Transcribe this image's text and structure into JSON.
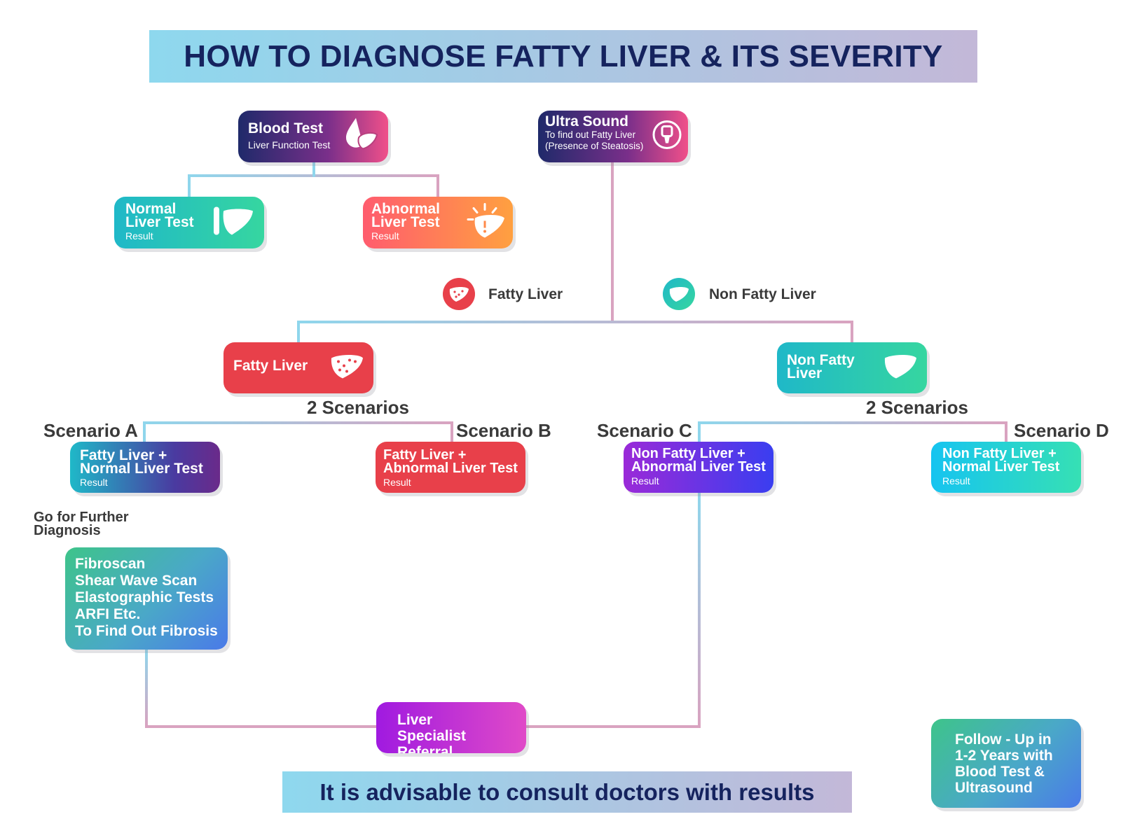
{
  "title": "HOW TO DIAGNOSE FATTY LIVER & ITS SEVERITY",
  "footer": "It is advisable to consult doctors with results",
  "nodes": {
    "blood_test": {
      "title": "Blood Test",
      "sub": "Liver Function Test"
    },
    "ultrasound": {
      "title": "Ultra Sound",
      "sub": "To find out Fatty Liver\n(Presence of Steatosis)"
    },
    "normal_lt": {
      "title": "Normal\nLiver Test",
      "sub": "Result"
    },
    "abnormal_lt": {
      "title": "Abnormal\nLiver Test",
      "sub": "Result"
    },
    "fatty": {
      "title": "Fatty Liver"
    },
    "non_fatty": {
      "title": "Non Fatty\nLiver"
    },
    "scen_a": {
      "title": "Fatty Liver +\nNormal Liver Test",
      "sub": "Result"
    },
    "scen_b": {
      "title": "Fatty Liver +\nAbnormal Liver Test",
      "sub": "Result"
    },
    "scen_c": {
      "title": "Non Fatty Liver +\nAbnormal Liver Test",
      "sub": "Result"
    },
    "scen_d": {
      "title": "Non Fatty Liver +\nNormal Liver Test",
      "sub": "Result"
    },
    "fibroscan": {
      "title": "Fibroscan\nShear Wave Scan\nElastographic Tests\nARFI Etc.\nTo Find Out Fibrosis"
    },
    "specialist": {
      "title": "Liver Specialist\nReferral"
    },
    "followup": {
      "title": "Follow - Up in\n1-2 Years with\nBlood Test &\nUltrasound"
    }
  },
  "labels": {
    "fatty_legend": "Fatty Liver",
    "non_fatty_legend": "Non Fatty Liver",
    "two_scenarios_left": "2 Scenarios",
    "two_scenarios_right": "2 Scenarios",
    "scenario_a": "Scenario A",
    "scenario_b": "Scenario B",
    "scenario_c": "Scenario C",
    "scenario_d": "Scenario D",
    "further": "Go for Further\nDiagnosis"
  },
  "colors": {
    "title_text": "#15235e",
    "wire_blue": "#8fd6ec",
    "wire_pink": "#d9a3c0",
    "fatty_red": "#e8404a",
    "non_fatty_teal": "#1fc9b0"
  },
  "icons": {
    "blood_test": "blood-drop-liver-icon",
    "ultrasound": "ultrasound-probe-icon",
    "normal_lt": "test-tube-liver-icon",
    "abnormal_lt": "alert-liver-icon",
    "fatty": "spotted-liver-icon",
    "non_fatty": "healthy-liver-icon"
  }
}
